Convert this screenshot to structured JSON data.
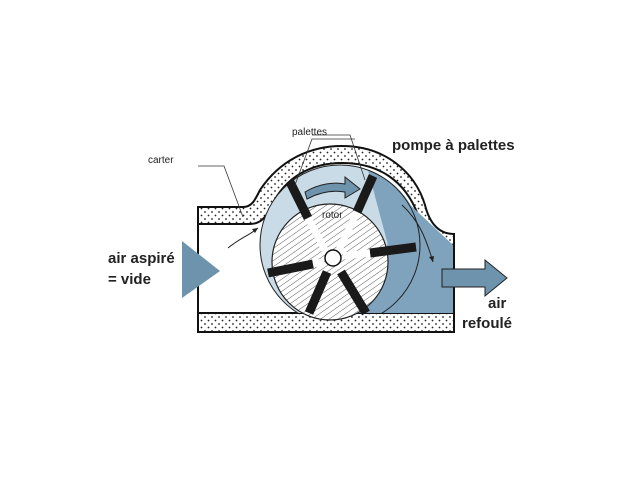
{
  "labels": {
    "title": "pompe à palettes",
    "carter": "carter",
    "palettes": "palettes",
    "rotor": "rotor",
    "inlet_line1": "air aspiré",
    "inlet_line2": "= vide",
    "outlet_line1": "air",
    "outlet_line2": "refoulé"
  },
  "colors": {
    "light_blue": "#c9dbe6",
    "mid_blue": "#7fa3bd",
    "arrow_blue": "#6d93ad",
    "vane": "#1a1a1a"
  }
}
